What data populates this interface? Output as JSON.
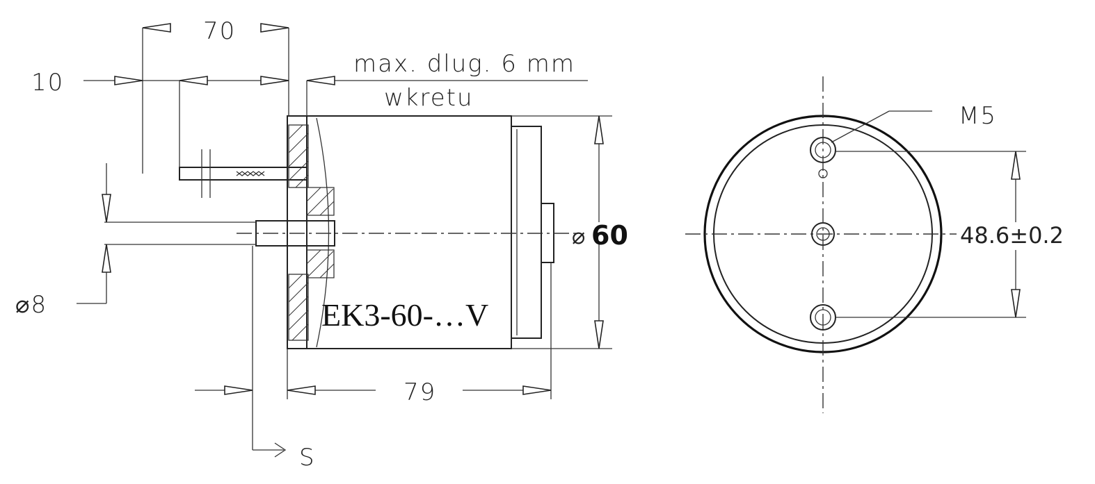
{
  "dimensions": {
    "len_70": "70",
    "len_10": "10",
    "screw_note_line1": "max. dlug. 6 mm",
    "screw_note_line2": "wkretu",
    "dia_60": "60",
    "dia_symbol": "⌀",
    "shaft_dia": "⌀8",
    "len_79": "79",
    "stroke_label": "S",
    "thread": "M5",
    "hole_spacing": "48.6±0.2"
  },
  "model_label": "EK3-60-…V"
}
